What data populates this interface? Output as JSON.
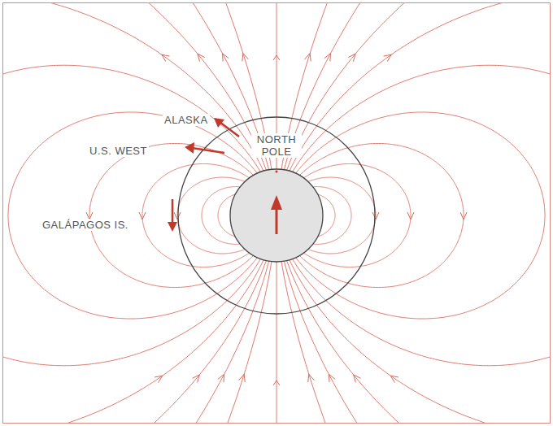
{
  "diagram": {
    "labels": [
      "NORTH POLE",
      "ALASKA",
      "U.S. WEST",
      "GALÁPAGOS IS."
    ]
  }
}
